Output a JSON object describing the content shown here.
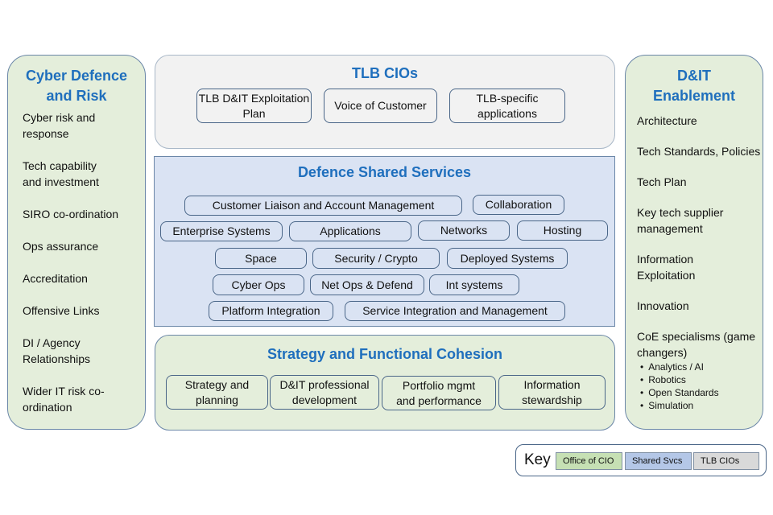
{
  "left_panel": {
    "title": "Cyber Defence and Risk",
    "items": [
      "Cyber risk and response",
      "Tech capability and investment",
      "SIRO co-ordination",
      "Ops assurance",
      "Accreditation",
      "Offensive Links",
      "DI / Agency Relationships",
      "Wider IT risk co-ordination"
    ]
  },
  "tlb_cios": {
    "title": "TLB CIOs",
    "boxes": [
      "TLB D&IT Exploitation Plan",
      "Voice of Customer",
      "TLB-specific applications"
    ]
  },
  "shared_services": {
    "title": "Defence Shared Services",
    "boxes": [
      "Customer Liaison and Account Management",
      "Collaboration",
      "Enterprise Systems",
      "Applications",
      "Networks",
      "Hosting",
      "Space",
      "Security / Crypto",
      "Deployed Systems",
      "Cyber Ops",
      "Net Ops & Defend",
      "Int systems",
      "Platform Integration",
      "Service Integration and Management"
    ]
  },
  "strategy": {
    "title": "Strategy and Functional Cohesion",
    "boxes": [
      "Strategy and planning",
      "D&IT professional development",
      "Portfolio mgmt and performance",
      "Information stewardship"
    ]
  },
  "right_panel": {
    "title": "D&IT Enablement",
    "items": [
      "Architecture",
      "Tech Standards, Policies",
      "Tech Plan",
      "Key tech supplier management",
      "Information Exploitation",
      "Innovation",
      "CoE specialisms (game changers)"
    ],
    "sub_items": [
      "Analytics / AI",
      "Robotics",
      "Open Standards",
      "Simulation"
    ]
  },
  "key": {
    "label": "Key",
    "entries": [
      {
        "label": "Office of CIO",
        "color": "#c6e0b4"
      },
      {
        "label": "Shared Svcs",
        "color": "#b4c7e7"
      },
      {
        "label": "TLB CIOs",
        "color": "#d9d9d9"
      }
    ]
  }
}
